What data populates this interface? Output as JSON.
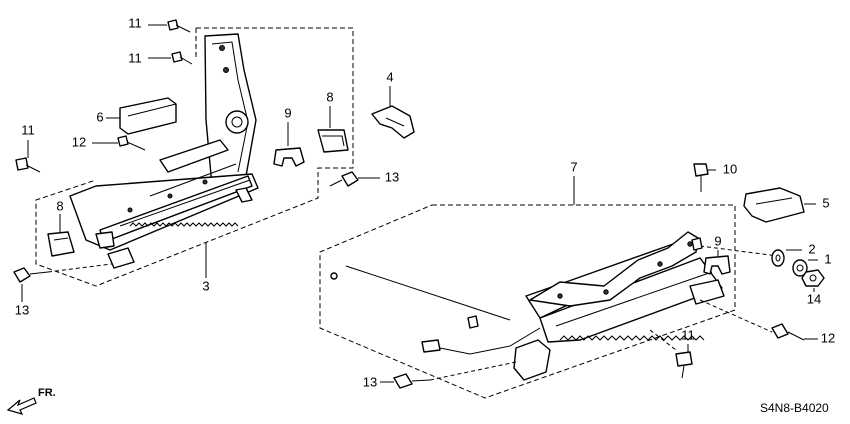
{
  "diagram": {
    "callouts": [
      "1",
      "2",
      "3",
      "4",
      "5",
      "6",
      "7",
      "8",
      "9",
      "10",
      "11",
      "12",
      "13",
      "14"
    ],
    "left_assembly_labels": {
      "bolt_top_1": "11",
      "bolt_top_2": "11",
      "knob": "6",
      "bolt_left": "11",
      "bolt_mid": "12",
      "bracket_top": "8",
      "clip": "9",
      "bolt_right": "13",
      "bracket_left": "8",
      "bolt_bottom": "13",
      "frame": "3",
      "cover": "4"
    },
    "right_assembly_labels": {
      "frame": "7",
      "bolt_top": "10",
      "cover": "5",
      "washer": "2",
      "nut": "1",
      "nut_bottom": "14",
      "clip": "9",
      "bolt_bottom_mid": "11",
      "bolt_bottom_right": "12",
      "bolt_bottom_left": "13"
    },
    "front_indicator": "FR.",
    "diagram_code": "S4N8-B4020"
  }
}
